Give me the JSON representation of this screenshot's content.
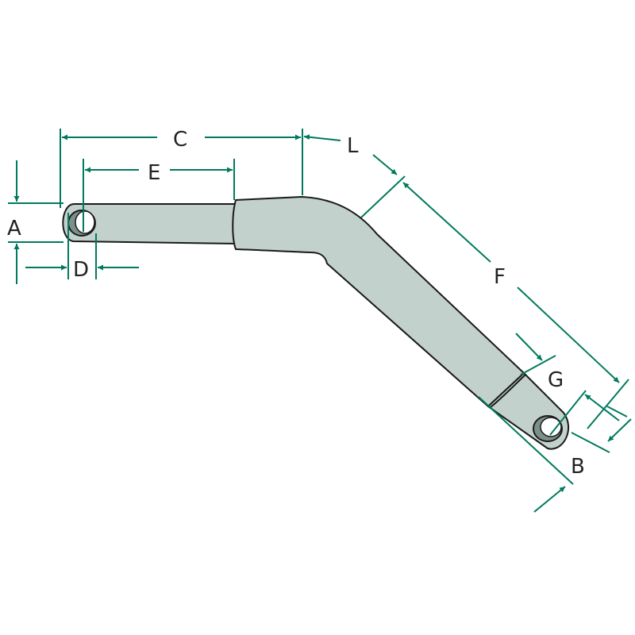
{
  "colors": {
    "dimension": "#007a5e",
    "part_fill": "#c2d1cc",
    "part_outline": "#1a1a1a"
  },
  "labels": {
    "A": "A",
    "B": "B",
    "C": "C",
    "D": "D",
    "E": "E",
    "F": "F",
    "G": "G",
    "L": "L"
  }
}
